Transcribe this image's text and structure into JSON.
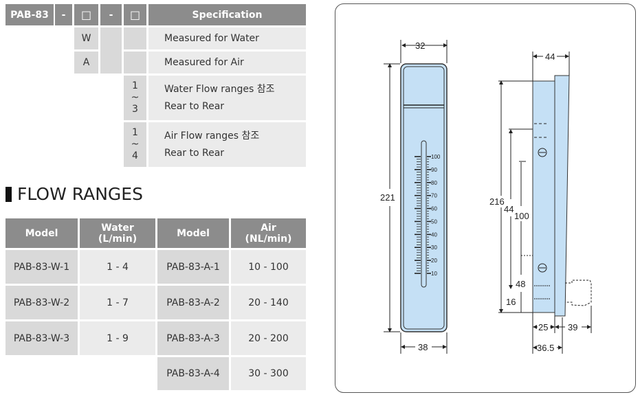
{
  "order_code": {
    "header": [
      "PAB-83",
      "-",
      "□",
      "-",
      "□",
      "Specification"
    ],
    "rows": [
      {
        "code1": "W",
        "code2": "",
        "spec": "Measured for Water"
      },
      {
        "code1": "A",
        "code2": "",
        "spec": "Measured for Air"
      },
      {
        "code2_top": "1",
        "code2_mid": "~",
        "code2_bot": "3",
        "spec_line1": "Water Flow ranges 참조",
        "spec_line2": "Rear to Rear"
      },
      {
        "code2_top": "1",
        "code2_mid": "~",
        "code2_bot": "4",
        "spec_line1": "Air Flow ranges 참조",
        "spec_line2": "Rear to Rear"
      }
    ]
  },
  "flow_ranges": {
    "title": "FLOW RANGES",
    "headers": {
      "model": "Model",
      "water_1": "Water",
      "water_2": "(L/min)",
      "model2": "Model",
      "air_1": "Air",
      "air_2": "(NL/min)"
    },
    "rows": [
      {
        "water_model": "PAB-83-W-1",
        "water_range": "1 - 4",
        "air_model": "PAB-83-A-1",
        "air_range": "10 - 100"
      },
      {
        "water_model": "PAB-83-W-2",
        "water_range": "1 - 7",
        "air_model": "PAB-83-A-2",
        "air_range": "20 - 140"
      },
      {
        "water_model": "PAB-83-W-3",
        "water_range": "1 - 9",
        "air_model": "PAB-83-A-3",
        "air_range": "20 - 200"
      },
      {
        "water_model": "",
        "water_range": "",
        "air_model": "PAB-83-A-4",
        "air_range": "30 - 300"
      }
    ]
  },
  "diagram": {
    "front": {
      "width_top": "32",
      "height": "221",
      "width_bottom": "38",
      "scale": [
        "100",
        "90",
        "80",
        "70",
        "60",
        "50",
        "40",
        "30",
        "20",
        "10"
      ]
    },
    "side": {
      "depth_top": "44",
      "height": "216",
      "d44": "44",
      "d100": "100",
      "d48": "48",
      "d16": "16",
      "d25": "25",
      "d39": "39",
      "d36_5": "36.5"
    },
    "body_color": "#c5e0f5"
  }
}
